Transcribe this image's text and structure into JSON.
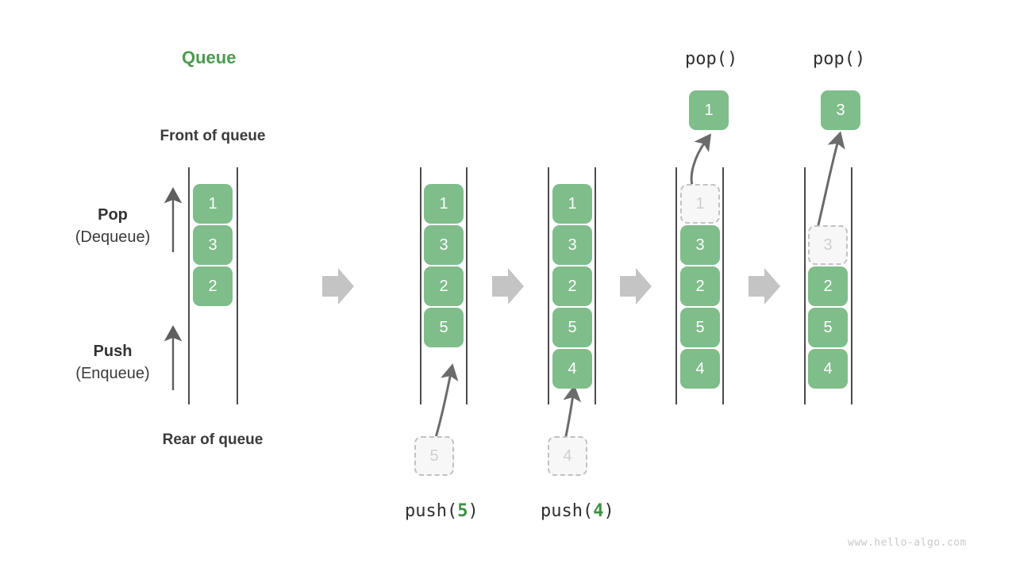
{
  "title": "Queue",
  "labels": {
    "front": "Front of queue",
    "rear": "Rear of queue",
    "pop_main": "Pop",
    "pop_sub": "(Dequeue)",
    "push_main": "Push",
    "push_sub": "(Enqueue)"
  },
  "watermark": "www.hello-algo.com",
  "colors": {
    "accent_green": "#4c9a4e",
    "cell_green": "#7fbd8b",
    "cell_text": "#ffffff",
    "ghost_fill": "#f7f7f7",
    "ghost_border": "#c2c2c2",
    "ghost_text": "#cfcfcf",
    "rail": "#4b4b4b",
    "arrow_block": "#c4c4c4",
    "curve_arrow": "#6b6b6b",
    "heading_text": "#3b3b3b",
    "watermark_text": "#c9c9c9"
  },
  "steps": [
    {
      "id": "initial",
      "caption": "",
      "op_label": "",
      "cells": [
        "1",
        "3",
        "2"
      ],
      "ghost_in": null,
      "popped": null
    },
    {
      "id": "push-5",
      "caption": "push(5)",
      "caption_prefix": "push(",
      "caption_arg": "5",
      "caption_suffix": ")",
      "cells": [
        "1",
        "3",
        "2",
        "5"
      ],
      "ghost_in": "5",
      "popped": null
    },
    {
      "id": "push-4",
      "caption": "push(4)",
      "caption_prefix": "push(",
      "caption_arg": "4",
      "caption_suffix": ")",
      "cells": [
        "1",
        "3",
        "2",
        "5",
        "4"
      ],
      "ghost_in": "4",
      "popped": null
    },
    {
      "id": "pop-1",
      "caption": "",
      "op_label": "pop()",
      "cells": [
        "3",
        "2",
        "5",
        "4"
      ],
      "ghost_out": "1",
      "popped": "1"
    },
    {
      "id": "pop-3",
      "caption": "",
      "op_label": "pop()",
      "cells": [
        "2",
        "5",
        "4"
      ],
      "ghost_out": "3",
      "popped": "3"
    }
  ],
  "transitions": [
    {
      "name": "arrow-1"
    },
    {
      "name": "arrow-2"
    },
    {
      "name": "arrow-3"
    },
    {
      "name": "arrow-4"
    }
  ]
}
